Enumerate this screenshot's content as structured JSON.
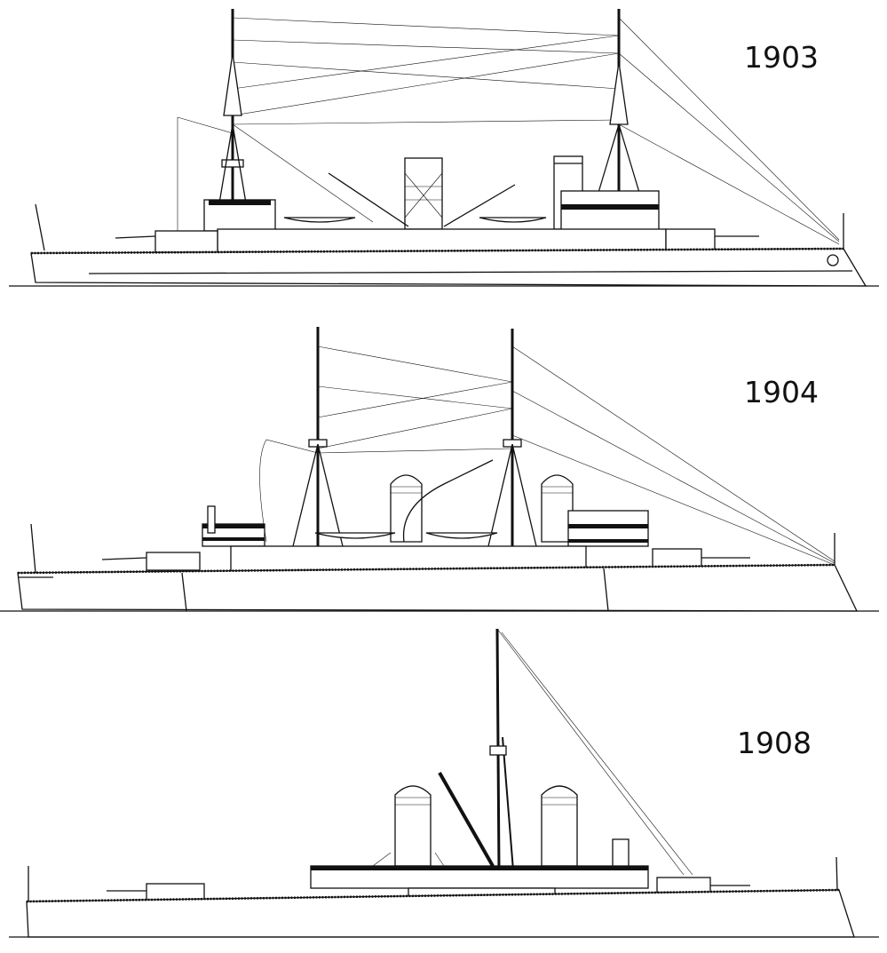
{
  "labels": {
    "ship1": "1903",
    "ship2": "1904",
    "ship3": "1908"
  },
  "colors": {
    "ink": "#111111",
    "paper": "#ffffff"
  }
}
